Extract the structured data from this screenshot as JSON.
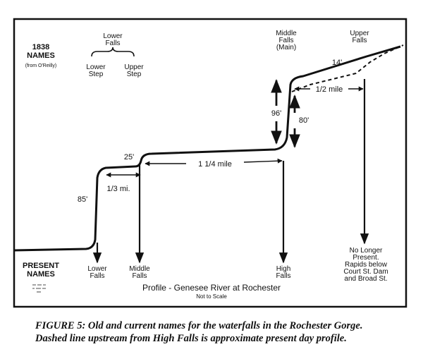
{
  "header": {
    "names_1838_line1": "1838",
    "names_1838_line2": "NAMES",
    "names_1838_source": "(from O'Reilly)",
    "lower_falls_line1": "Lower",
    "lower_falls_line2": "Falls",
    "lower_step_line1": "Lower",
    "lower_step_line2": "Step",
    "upper_step_line1": "Upper",
    "upper_step_line2": "Step",
    "middle_falls_line1": "Middle",
    "middle_falls_line2": "Falls",
    "middle_falls_line3": "(Main)",
    "upper_falls_line1": "Upper",
    "upper_falls_line2": "Falls"
  },
  "measurements": {
    "drop_85": "85'",
    "dist_1_3": "1/3 mi.",
    "drop_25": "25'",
    "dist_1_1_4": "1 1/4 mile",
    "drop_96": "96'",
    "drop_80": "80'",
    "drop_14": "14'",
    "dist_1_2": "1/2 mile"
  },
  "present": {
    "present_line1": "PRESENT",
    "present_line2": "NAMES",
    "lower_falls_line1": "Lower",
    "lower_falls_line2": "Falls",
    "middle_falls_line1": "Middle",
    "middle_falls_line2": "Falls",
    "high_falls_line1": "High",
    "high_falls_line2": "Falls",
    "note_line1": "No Longer",
    "note_line2": "Present.",
    "note_line3": "Rapids below",
    "note_line4": "Court St. Dam",
    "note_line5": "and Broad St."
  },
  "footer": {
    "profile_title": "Profile - Genesee River at Rochester",
    "not_to_scale": "Not to Scale"
  },
  "caption": {
    "line1": "FIGURE 5: Old and current names for the waterfalls in the Rochester Gorge.",
    "line2": "Dashed line upstream from High Falls is approximate present day profile."
  }
}
